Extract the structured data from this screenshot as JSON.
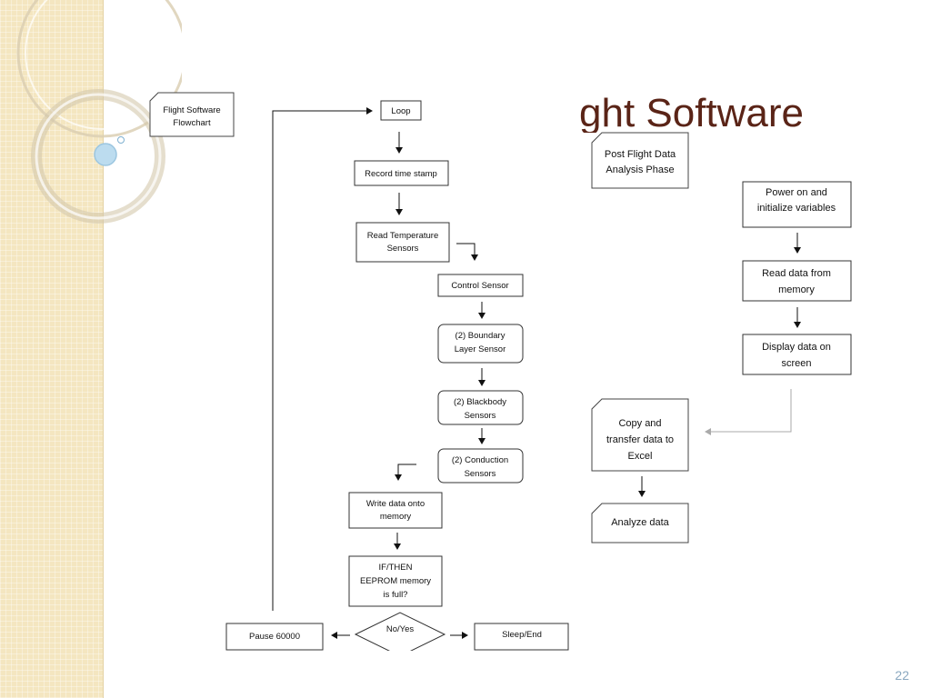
{
  "slide": {
    "title_visible": "ght Software",
    "page_number": "22"
  },
  "diagram": {
    "left_title": [
      "Flight Software",
      "Flowchart"
    ],
    "loop": "Loop",
    "record_time": "Record time stamp",
    "read_temp": [
      "Read Temperature",
      "Sensors"
    ],
    "control_sensor": "Control Sensor",
    "boundary": [
      "(2) Boundary",
      "Layer Sensor"
    ],
    "blackbody": [
      "(2) Blackbody",
      "Sensors"
    ],
    "conduction": [
      "(2) Conduction",
      "Sensors"
    ],
    "write_memory": [
      "Write data onto",
      "memory"
    ],
    "if_then": [
      "IF/THEN",
      "EEPROM memory",
      "is full?"
    ],
    "decision": "No/Yes",
    "pause": "Pause 60000",
    "sleep": "Sleep/End",
    "right_title": [
      "Post Flight Data",
      "Analysis Phase"
    ],
    "power_on": [
      "Power on and",
      "initialize variables"
    ],
    "read_data": [
      "Read data from",
      "memory"
    ],
    "display_data": [
      "Display data on",
      "screen"
    ],
    "copy_transfer": [
      "Copy and",
      "transfer data to",
      "Excel"
    ],
    "analyze": "Analyze data"
  }
}
